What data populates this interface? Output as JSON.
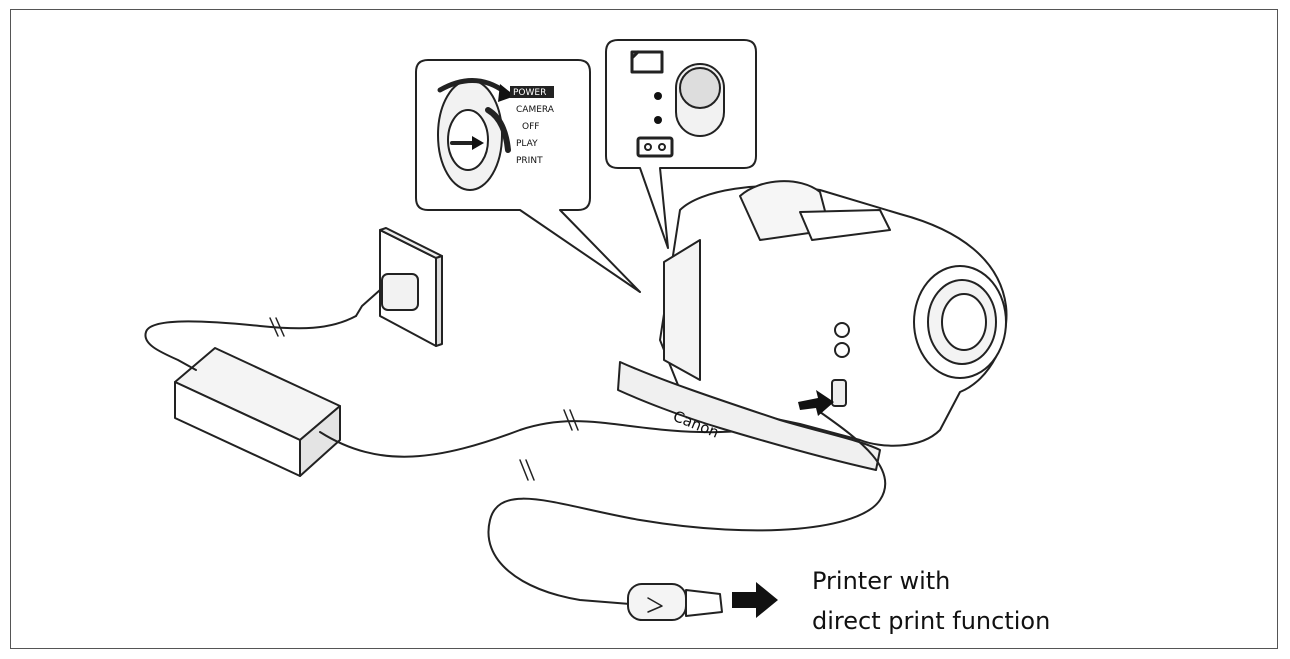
{
  "power_dial": {
    "header": "POWER",
    "modes": [
      "CAMERA",
      "OFF",
      "PLAY",
      "PRINT"
    ]
  },
  "caption": {
    "line1": "Printer with",
    "line2": "direct print function"
  },
  "camera_brand": "Canon",
  "colors": {
    "line": "#222222",
    "frame": "#555555",
    "arrow": "#111111"
  }
}
